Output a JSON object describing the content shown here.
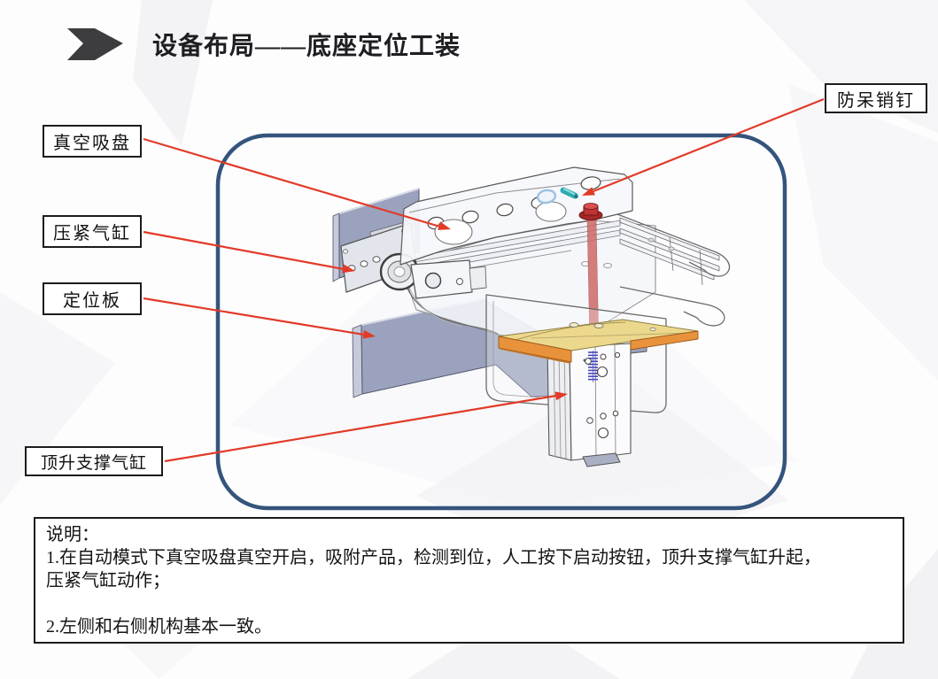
{
  "page": {
    "title": "设备布局——底座定位工装"
  },
  "icons": {
    "title_marker": "double-chevron-arrow"
  },
  "callout_labels": {
    "vacuum_cup": "真空吸盘",
    "clamp_cylinder": "压紧气缸",
    "positioning_plate": "定位板",
    "jack_support_cylinder": "顶升支撑气缸",
    "poka_yoke_pin": "防呆销钉"
  },
  "explanation": {
    "lines": [
      "说明：",
      "1.在自动模式下真空吸盘真空开启，吸附产品，检测到位，人工按下启动按钮，顶升支撑气缸升起，",
      "压紧气缸动作；",
      "",
      "2.左侧和右侧机构基本一致。"
    ]
  },
  "colors": {
    "callout_red": "#e23a28",
    "frame_navy": "#35547c",
    "plate_blue_gray": "#9aa2be",
    "locator_plate_tan": "#ecd88c",
    "locator_plate_orange": "#e8923c",
    "pin_teal": "#35b8bc",
    "rod_red": "#cd6a66",
    "spring_blue": "#4747bb"
  }
}
